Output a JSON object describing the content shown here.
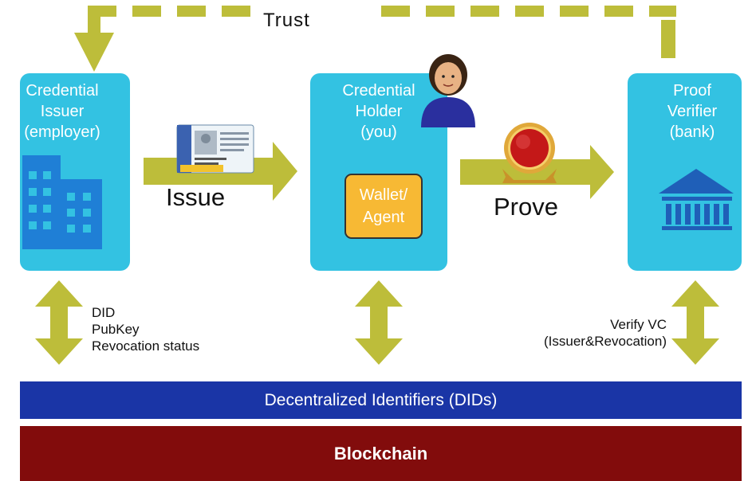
{
  "trust_label": "Trust",
  "actors": {
    "issuer": {
      "title": "Credential\nIssuer\n(employer)",
      "icon": "office-building-icon"
    },
    "holder": {
      "title": "Credential\nHolder\n(you)",
      "icon": "person-avatar-icon",
      "wallet": "Wallet/\nAgent"
    },
    "verifier": {
      "title": "Proof\nVerifier\n(bank)",
      "icon": "bank-icon"
    }
  },
  "flows": {
    "issue": "Issue",
    "prove": "Prove"
  },
  "issuer_registry_items": "DID\nPubKey\nRevocation status",
  "verifier_check": "Verify VC\n(Issuer&Revocation)",
  "layers": {
    "did": "Decentralized Identifiers (DIDs)",
    "blockchain": "Blockchain"
  },
  "colors": {
    "box": "#33c2e2",
    "arrow": "#bdbd3a",
    "did_band": "#1a35a6",
    "blockchain_band": "#820c0c",
    "wallet": "#f7b934"
  }
}
